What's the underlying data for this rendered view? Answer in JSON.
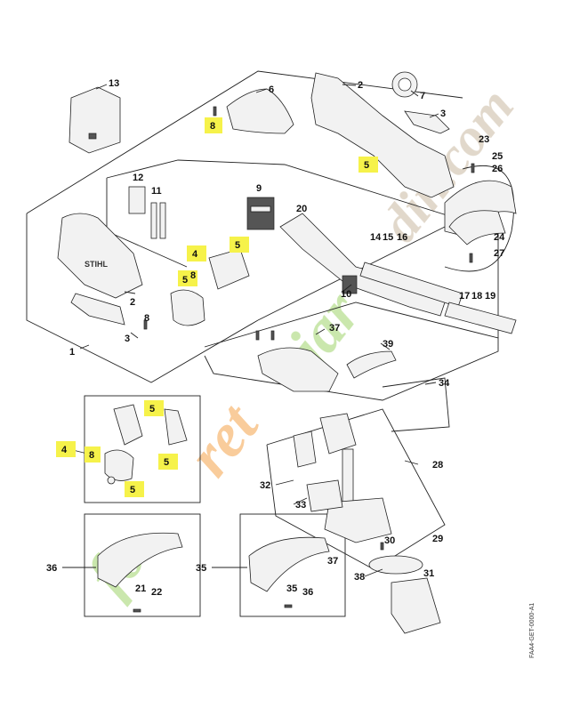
{
  "diagram": {
    "callouts": [
      "1",
      "2",
      "2",
      "3",
      "3",
      "4",
      "4",
      "5",
      "5",
      "5",
      "5",
      "5",
      "5",
      "6",
      "7",
      "8",
      "8",
      "8",
      "8",
      "9",
      "10",
      "11",
      "12",
      "13",
      "14",
      "15",
      "16",
      "17",
      "18",
      "19",
      "20",
      "21",
      "22",
      "23",
      "24",
      "25",
      "26",
      "27",
      "28",
      "29",
      "30",
      "31",
      "32",
      "33",
      "34",
      "35",
      "36",
      "35",
      "36",
      "37",
      "37",
      "38",
      "39"
    ],
    "highlighted_callouts": [
      "8",
      "5",
      "4",
      "8",
      "5",
      "5",
      "5",
      "4",
      "8",
      "5",
      "5"
    ],
    "brand_on_housing": "STIHL",
    "reference_code": "FAA4-GET-0000-A1",
    "watermark": "foretjardin.com",
    "highlight_color": "#f6f24a",
    "watermark_colors": [
      "#9ed36a",
      "#f5a34a",
      "#c9b8a0"
    ]
  }
}
